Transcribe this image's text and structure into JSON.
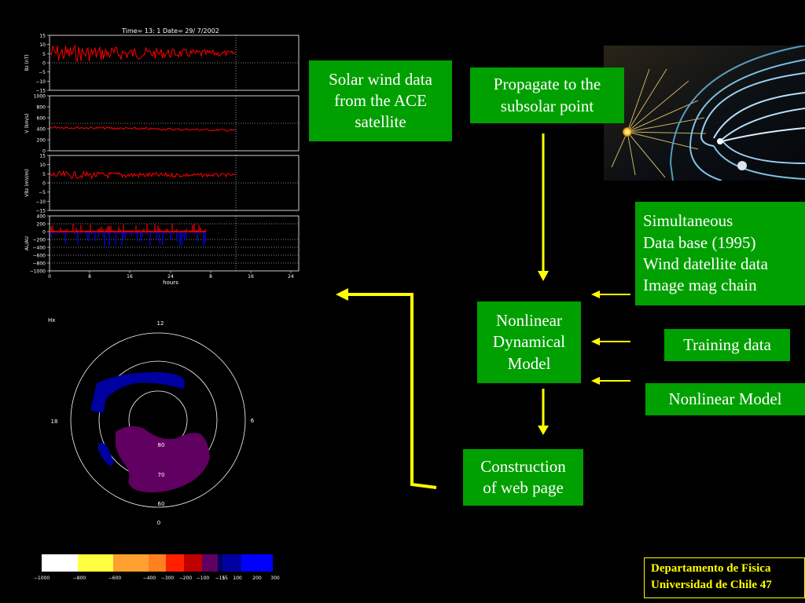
{
  "boxes": {
    "solar_wind": [
      "Solar wind data",
      "from the ACE",
      "satellite"
    ],
    "propagate": [
      "Propagate to the",
      "subsolar point"
    ],
    "simultaneous": [
      "Simultaneous",
      "Data base (1995)",
      "Wind datellite data",
      "Image mag chain"
    ],
    "nonlinear_dynamical": [
      "Nonlinear",
      "Dynamical",
      "Model"
    ],
    "training": "Training data",
    "nonlinear_model": "Nonlinear Model",
    "construction": [
      "Construction",
      "of web page"
    ]
  },
  "footer": {
    "line1": "Departamento de Fisica",
    "line2": "Universidad de Chile  47"
  },
  "timeseries": {
    "title": "Time= 13: 1   Date= 29/ 7/2002",
    "xlabel": "hours",
    "xticks": [
      "0",
      "8",
      "16",
      "24",
      "8",
      "16",
      "24"
    ],
    "panels": [
      {
        "ylabel": "Bz (nT)",
        "yticks": [
          "15",
          "10",
          "5",
          "0",
          "−5",
          "−10",
          "−15"
        ]
      },
      {
        "ylabel": "V (km/s)",
        "yticks": [
          "1000",
          "800",
          "600",
          "400",
          "200",
          "0"
        ]
      },
      {
        "ylabel": "VBz (mV/m)",
        "yticks": [
          "15",
          "10",
          "5",
          "0",
          "−5",
          "−10",
          "−15"
        ]
      },
      {
        "ylabel": "AL/AU",
        "yticks": [
          "400",
          "200",
          "0",
          "−200",
          "−400",
          "−600",
          "−800",
          "−1000"
        ]
      }
    ]
  },
  "polar": {
    "label": "Hx",
    "clock_labels": {
      "top": "12",
      "left": "18",
      "right": "6",
      "bottom": "0"
    },
    "lat_labels": [
      "80",
      "70",
      "60"
    ]
  },
  "colorbar": {
    "colors": [
      "#ffffff",
      "#ffff40",
      "#ffa030",
      "#ff8020",
      "#ff2000",
      "#c00000",
      "#600060",
      "#000060",
      "#0000a0",
      "#0000ff"
    ],
    "labels": [
      "−1000",
      "−800",
      "−600",
      "−400",
      "−300",
      "−200",
      "−100",
      "−15",
      "15",
      "100",
      "200",
      "300"
    ]
  },
  "colors": {
    "box_green": "#00a000",
    "arrow_yellow": "#ffff00",
    "trace_red": "#ff0000",
    "trace_blue": "#0000ff",
    "region_blue": "#0000a0",
    "region_purple": "#600060"
  }
}
